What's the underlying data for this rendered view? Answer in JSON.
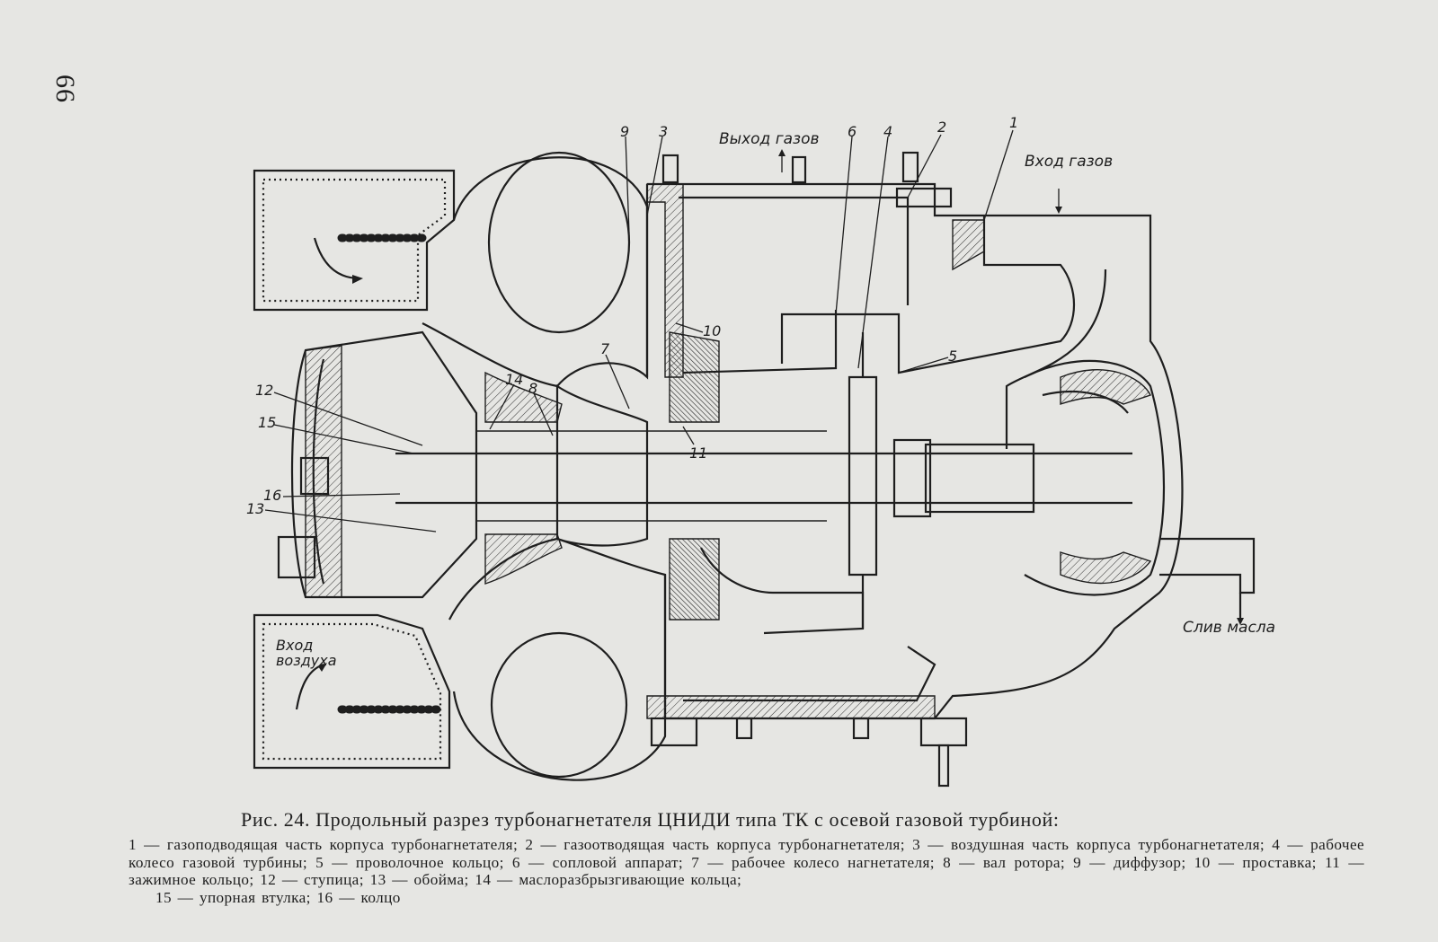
{
  "page": {
    "number": "66"
  },
  "figure": {
    "labels": {
      "n1": "1",
      "n2": "2",
      "n3": "3",
      "n4": "4",
      "n5": "5",
      "n6": "6",
      "n7": "7",
      "n8": "8",
      "n9": "9",
      "n10": "10",
      "n11": "11",
      "n12": "12",
      "n13": "13",
      "n14": "14",
      "n15": "15",
      "n16": "16"
    },
    "annotations": {
      "gas_out": "Выход газов",
      "gas_in": "Вход газов",
      "air_in_1": "Вход",
      "air_in_2": "воздуха",
      "oil_drain": "Слив масла"
    }
  },
  "caption": "Рис. 24. Продольный разрез турбонагнетателя ЦНИДИ типа ТК с осевой газовой турбиной:",
  "legend": {
    "main": "1 — газоподводящая часть корпуса турбонагнетателя; 2 — газоотводящая часть корпуса турбонагнетателя; 3 — воздушная часть корпуса турбонагнетателя; 4 — рабочее колесо газовой турбины; 5 — проволочное кольцо; 6 — сопловой аппарат; 7 — рабочее колесо нагнетателя; 8 — вал ротора; 9 — диффузор; 10 — проставка; 11 — зажимное кольцо; 12 — ступица; 13 — обойма; 14 — маслоразбрызгивающие кольца;",
    "last": "15 — упорная втулка; 16 — колцо"
  }
}
